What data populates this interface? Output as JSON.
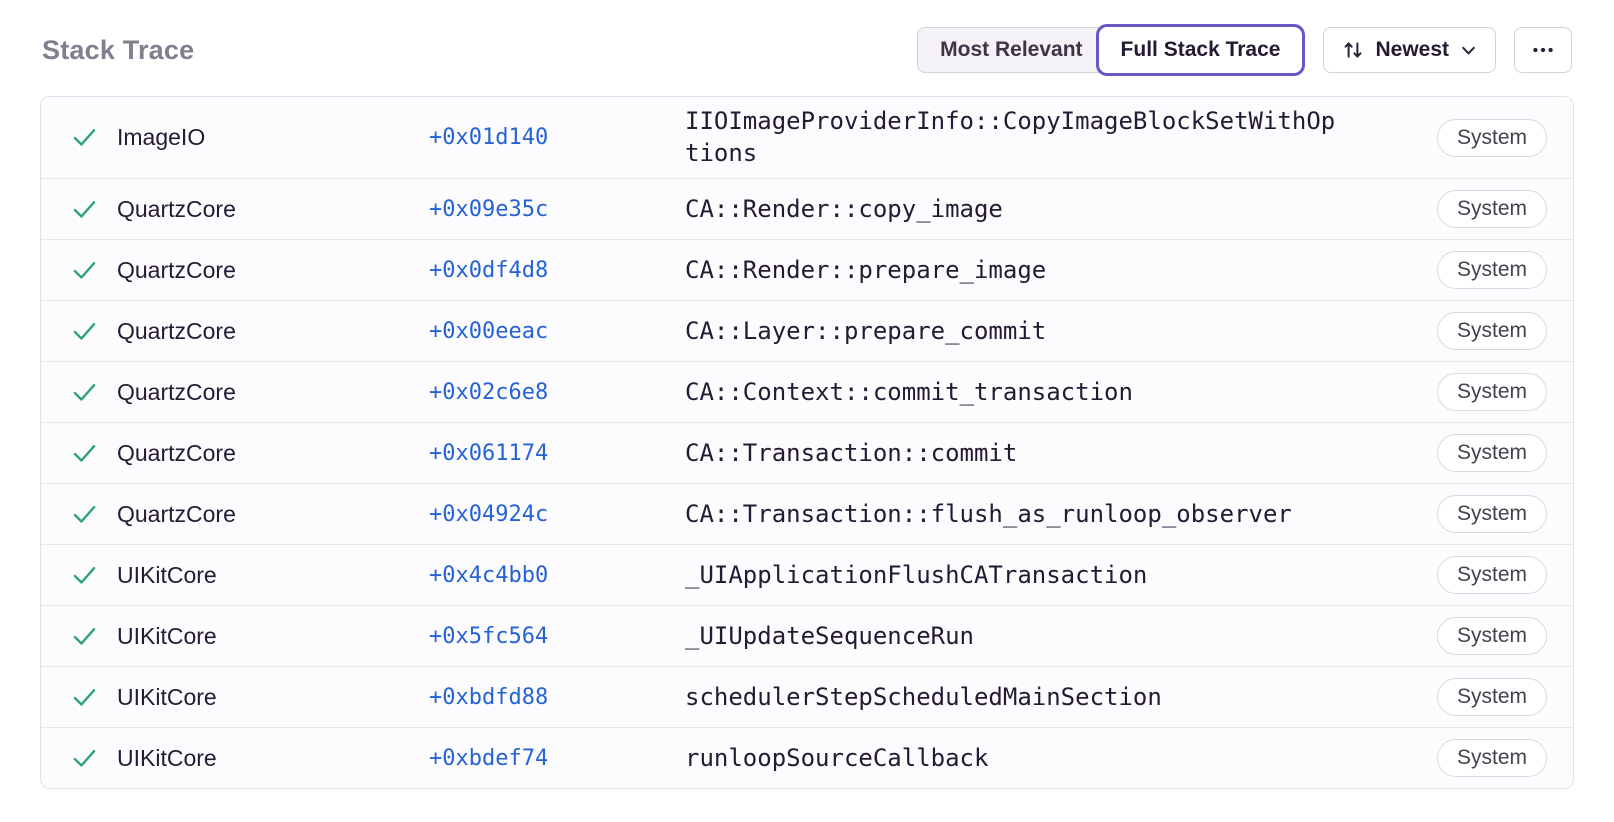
{
  "header": {
    "title": "Stack Trace",
    "segmented": {
      "options": [
        {
          "label": "Most Relevant",
          "active": false
        },
        {
          "label": "Full Stack Trace",
          "active": true
        }
      ]
    },
    "sort_button": {
      "label": "Newest"
    }
  },
  "icons": {
    "check": "✓",
    "sort_arrows": "⇅",
    "chevron_down": "⌄",
    "ellipsis": "⋯"
  },
  "colors": {
    "accent": "#6358c6",
    "link": "#2562d4",
    "green": "#2da275"
  },
  "frames": [
    {
      "module": "ImageIO",
      "address": "+0x01d140",
      "function": "IIOImageProviderInfo::CopyImageBlockSetWithOptions",
      "badge": "System"
    },
    {
      "module": "QuartzCore",
      "address": "+0x09e35c",
      "function": "CA::Render::copy_image",
      "badge": "System"
    },
    {
      "module": "QuartzCore",
      "address": "+0x0df4d8",
      "function": "CA::Render::prepare_image",
      "badge": "System"
    },
    {
      "module": "QuartzCore",
      "address": "+0x00eeac",
      "function": "CA::Layer::prepare_commit",
      "badge": "System"
    },
    {
      "module": "QuartzCore",
      "address": "+0x02c6e8",
      "function": "CA::Context::commit_transaction",
      "badge": "System"
    },
    {
      "module": "QuartzCore",
      "address": "+0x061174",
      "function": "CA::Transaction::commit",
      "badge": "System"
    },
    {
      "module": "QuartzCore",
      "address": "+0x04924c",
      "function": "CA::Transaction::flush_as_runloop_observer",
      "badge": "System"
    },
    {
      "module": "UIKitCore",
      "address": "+0x4c4bb0",
      "function": "_UIApplicationFlushCATransaction",
      "badge": "System"
    },
    {
      "module": "UIKitCore",
      "address": "+0x5fc564",
      "function": "_UIUpdateSequenceRun",
      "badge": "System"
    },
    {
      "module": "UIKitCore",
      "address": "+0xbdfd88",
      "function": "schedulerStepScheduledMainSection",
      "badge": "System"
    },
    {
      "module": "UIKitCore",
      "address": "+0xbdef74",
      "function": "runloopSourceCallback",
      "badge": "System"
    }
  ]
}
